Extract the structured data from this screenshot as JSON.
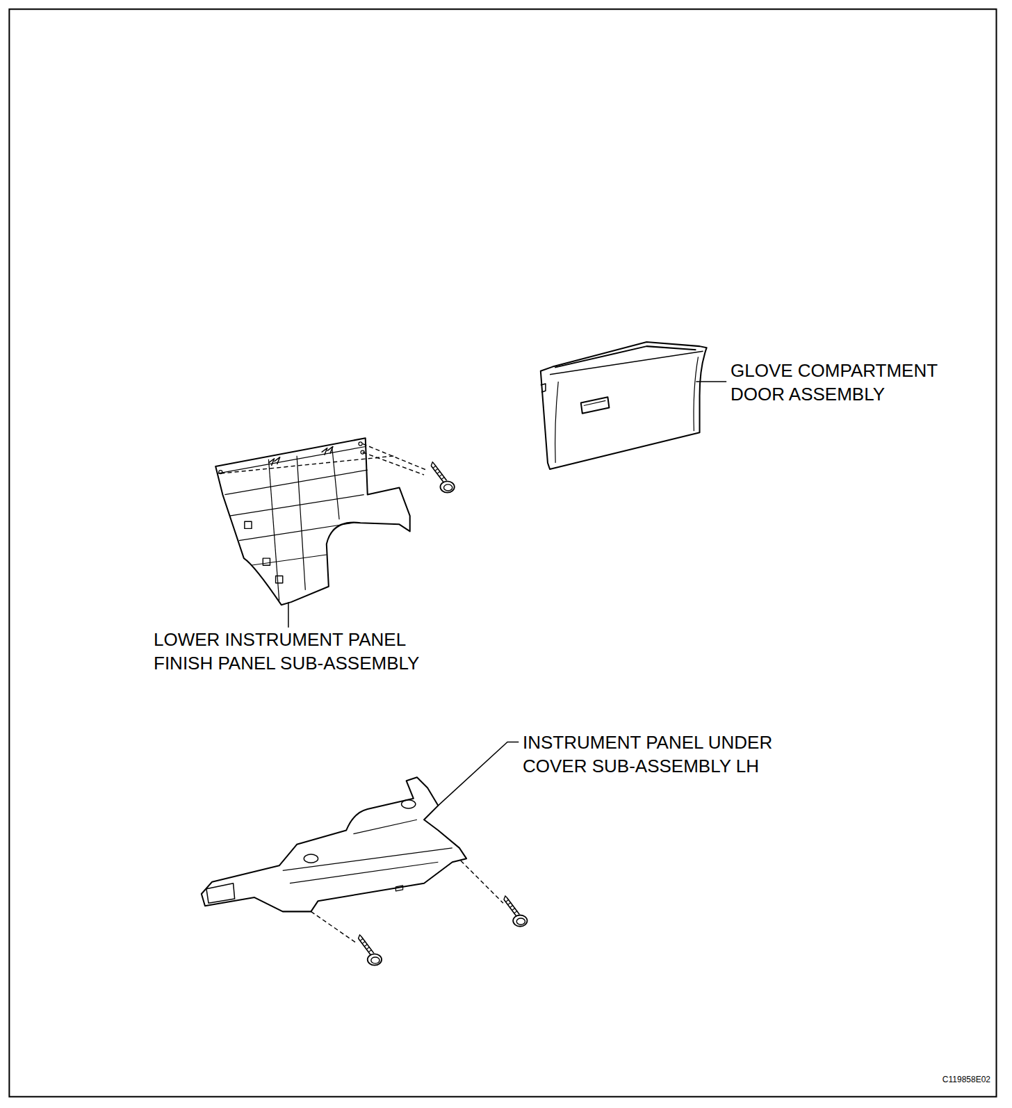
{
  "diagram": {
    "labels": [
      "GLOVE COMPARTMENT DOOR ASSEMBLY",
      "LOWER INSTRUMENT PANEL FINISH PANEL SUB-ASSEMBLY",
      "INSTRUMENT PANEL UNDER COVER SUB-ASSEMBLY LH",
      "C119858E02"
    ]
  }
}
